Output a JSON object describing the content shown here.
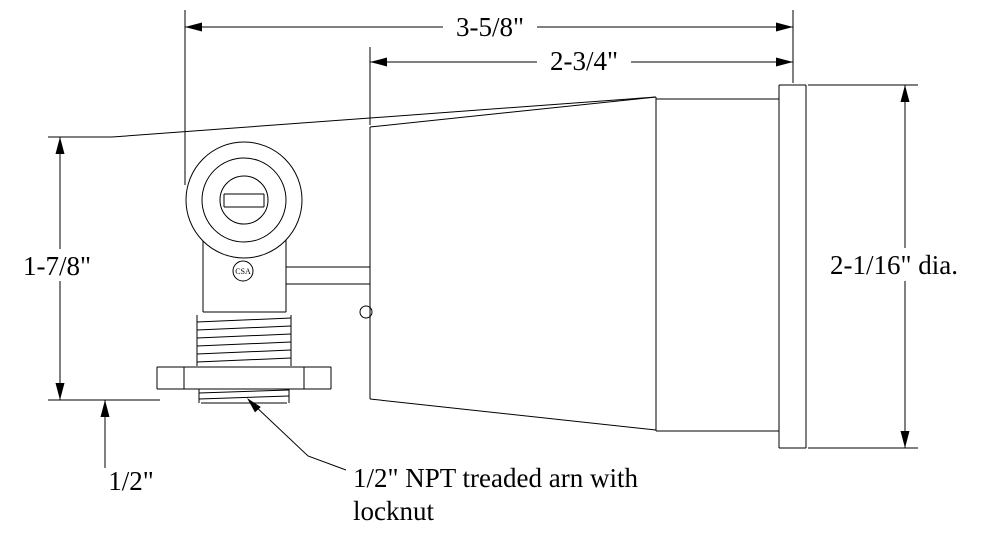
{
  "drawing": {
    "dim_overall_width": "3-5/8\"",
    "dim_body_width": "2-3/4\"",
    "dim_height": "1-7/8\"",
    "dim_diameter": "2-1/16\" dia.",
    "dim_stem": "1/2\"",
    "callout_line1": "1/2\" NPT treaded arn with",
    "callout_line2": "locknut",
    "logo": "CSA"
  },
  "colors": {
    "line": "#000000",
    "background": "#ffffff"
  }
}
